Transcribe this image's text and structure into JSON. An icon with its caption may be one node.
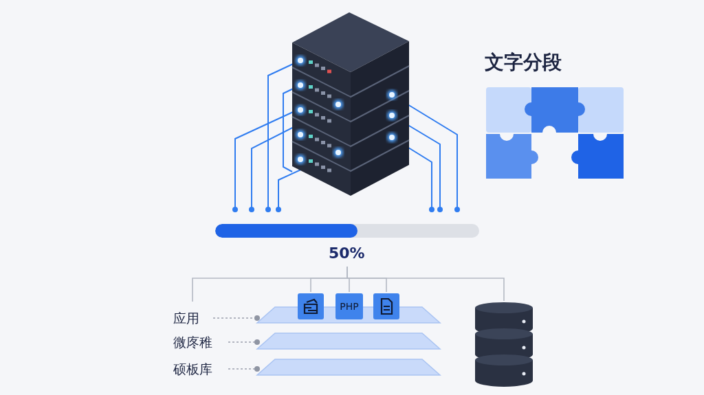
{
  "diagram": {
    "nodes": [
      {
        "text": [],
        "shape": "picture"
      },
      {
        "text": [
          "文字分段"
        ]
      },
      {
        "text": [],
        "shape": "bar",
        "beside": [
          "50%"
        ]
      },
      {
        "text": [],
        "shape": "box"
      },
      {
        "text": [],
        "shape": "picture"
      },
      {
        "text": [
          "PHP"
        ]
      },
      {
        "text": [],
        "shape": "picture"
      },
      {
        "text": [],
        "shape": "cylinder"
      },
      {
        "text": [
          "应用"
        ]
      },
      {
        "text": [],
        "shape": "box"
      },
      {
        "text": [
          "微庝稚"
        ]
      },
      {
        "text": [],
        "shape": "box"
      },
      {
        "text": [
          "硕板库"
        ]
      }
    ],
    "edges": [
      {
        "from": 2,
        "to": 8,
        "arrow": "none"
      },
      {
        "from": 2,
        "to": 4,
        "arrow": "none"
      },
      {
        "from": 2,
        "to": 5,
        "arrow": "none"
      },
      {
        "from": 2,
        "to": 6,
        "arrow": "none"
      },
      {
        "from": 2,
        "to": 7,
        "arrow": "none"
      },
      {
        "from": 8,
        "to": 3,
        "arrow": "other",
        "style": "dashed"
      },
      {
        "from": 10,
        "to": 9,
        "arrow": "other",
        "style": "dashed"
      },
      {
        "from": 12,
        "to": 11,
        "arrow": "other",
        "style": "dashed"
      }
    ]
  }
}
